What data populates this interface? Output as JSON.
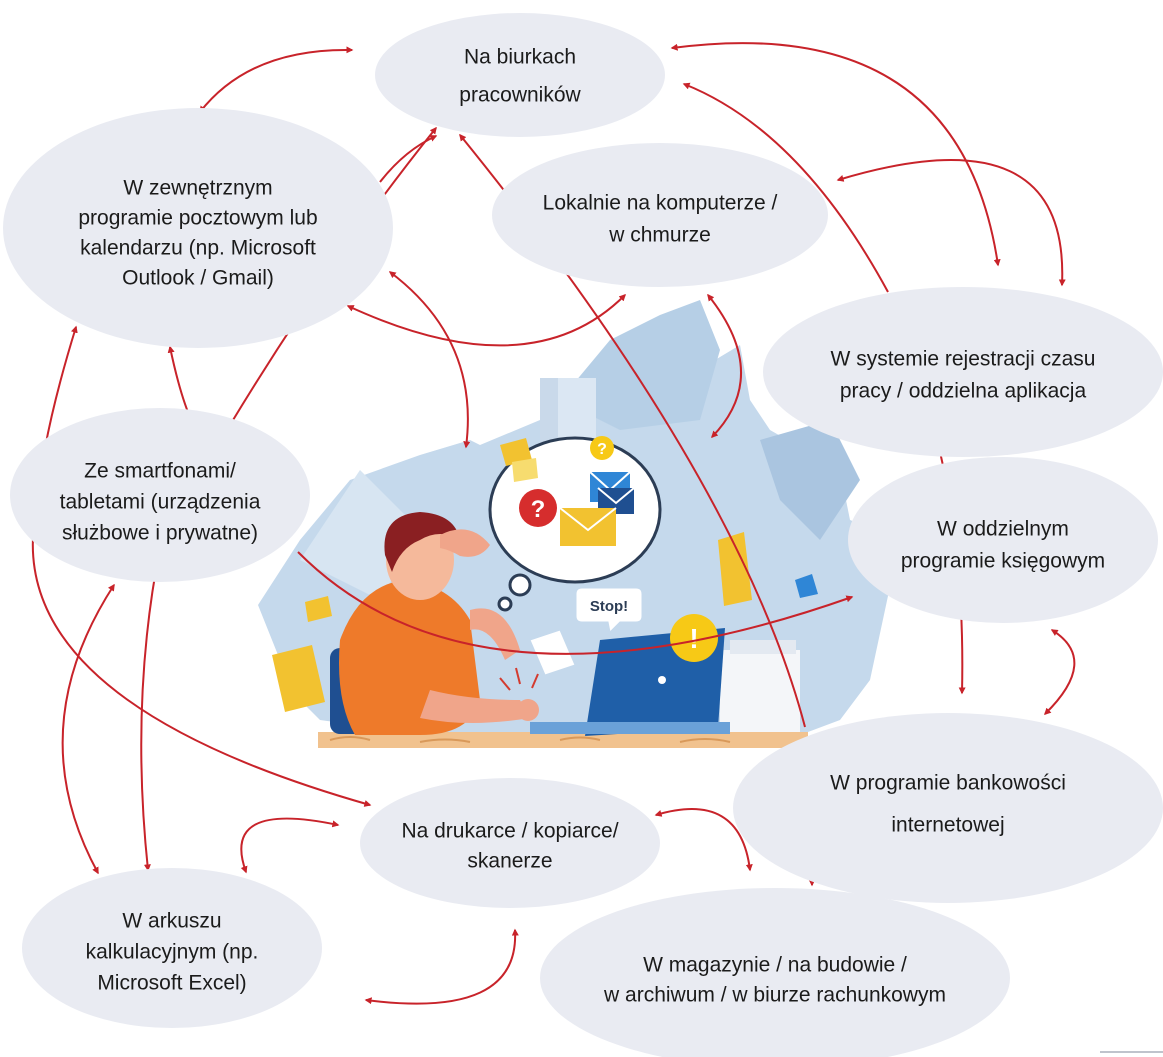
{
  "nodes": {
    "biurka": {
      "lines": [
        "Na biurkach",
        "pracowników"
      ]
    },
    "program_pocztowy": {
      "lines": [
        "W zewnętrznym",
        "programie pocztowym lub",
        "kalendarzu (np. Microsoft",
        "Outlook / Gmail)"
      ]
    },
    "lokalnie": {
      "lines": [
        "Lokalnie na komputerze /",
        "w chmurze"
      ]
    },
    "rejestracja_czasu": {
      "lines": [
        "W systemie rejestracji czasu",
        "pracy / oddzielna aplikacja"
      ]
    },
    "smartfony": {
      "lines": [
        "Ze smartfonami/",
        "tabletami (urządzenia",
        "służbowe i prywatne)"
      ]
    },
    "program_ksiegowy": {
      "lines": [
        "W oddzielnym",
        "programie księgowym"
      ]
    },
    "bankowosc": {
      "lines": [
        "W programie bankowości",
        "internetowej"
      ]
    },
    "drukarka": {
      "lines": [
        "Na drukarce / kopiarce/",
        "skanerze"
      ]
    },
    "arkusz": {
      "lines": [
        "W arkuszu",
        "kalkulacyjnym (np.",
        "Microsoft Excel)"
      ]
    },
    "magazyn": {
      "lines": [
        "W magazynie / na budowie /",
        "w archiwum / w biurze rachunkowym"
      ]
    }
  },
  "illustration": {
    "speech_bubble": "Stop!",
    "question_badge": "?",
    "alert_badge": "!"
  },
  "colors": {
    "node_fill": "#e9ebf2",
    "arrow": "#c8232a",
    "text": "#1b1b1b",
    "backdrop": "#c5d9ec",
    "shirt": "#ee7a2a",
    "laptop": "#1f5fa8",
    "envelope": "#f2c230",
    "alert": "#f7c916",
    "question": "#d62d2d"
  }
}
